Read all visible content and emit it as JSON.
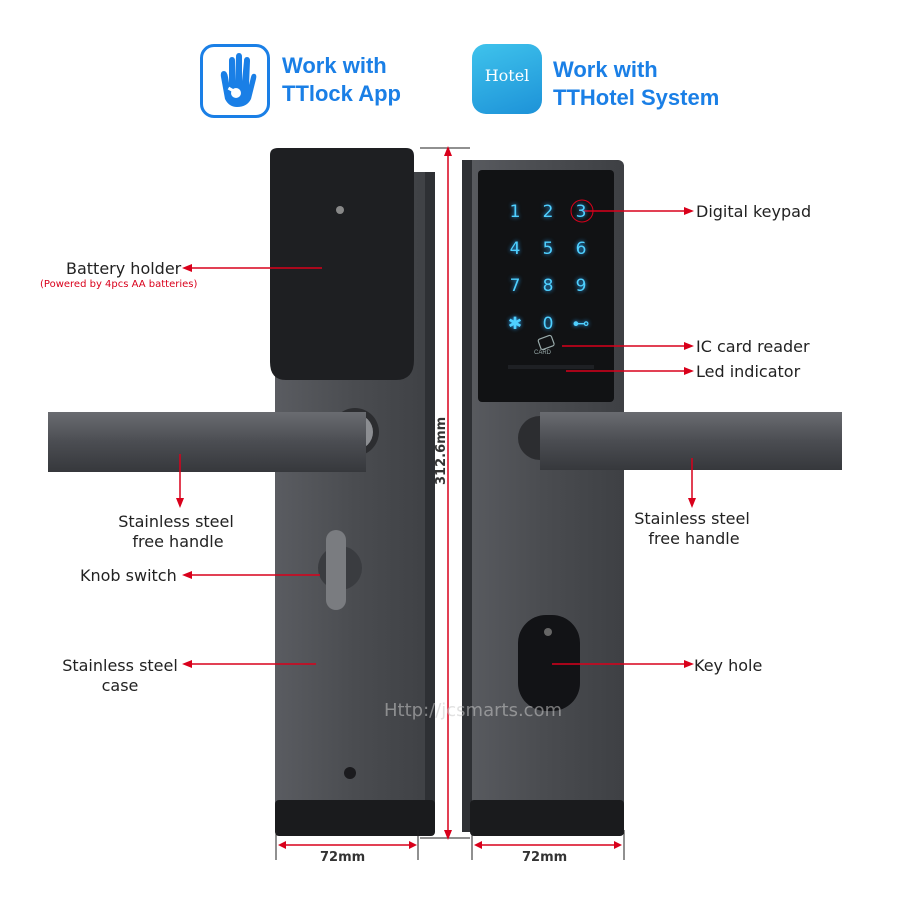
{
  "header": {
    "ttlock": {
      "line1": "Work with",
      "line2": "TTlock App"
    },
    "tthotel": {
      "line1": "Work with",
      "line2": "TTHotel System",
      "badge_text": "Hotel"
    }
  },
  "labels": {
    "battery_holder": "Battery holder",
    "battery_note": "(Powered by 4pcs AA batteries)",
    "left_handle_1": "Stainless steel",
    "left_handle_2": "free handle",
    "knob_switch": "Knob switch",
    "case_1": "Stainless steel",
    "case_2": "case",
    "digital_keypad": "Digital keypad",
    "ic_card_reader": "IC card reader",
    "led_indicator": "Led indicator",
    "right_handle_1": "Stainless steel",
    "right_handle_2": "free handle",
    "key_hole": "Key hole"
  },
  "keypad": {
    "keys": [
      "1",
      "2",
      "3",
      "4",
      "5",
      "6",
      "7",
      "8",
      "9",
      "✱",
      "0",
      "⊷"
    ],
    "card_label": "CARD"
  },
  "dimensions": {
    "height": "312.6mm",
    "width_left": "72mm",
    "width_right": "72mm"
  },
  "watermark": "Http://jcsmarts.com",
  "colors": {
    "accent": "#1a7fe6",
    "arrow": "#d9001b",
    "lock_body": "#4a4c50",
    "keypad_glow": "#4fd0ff"
  }
}
